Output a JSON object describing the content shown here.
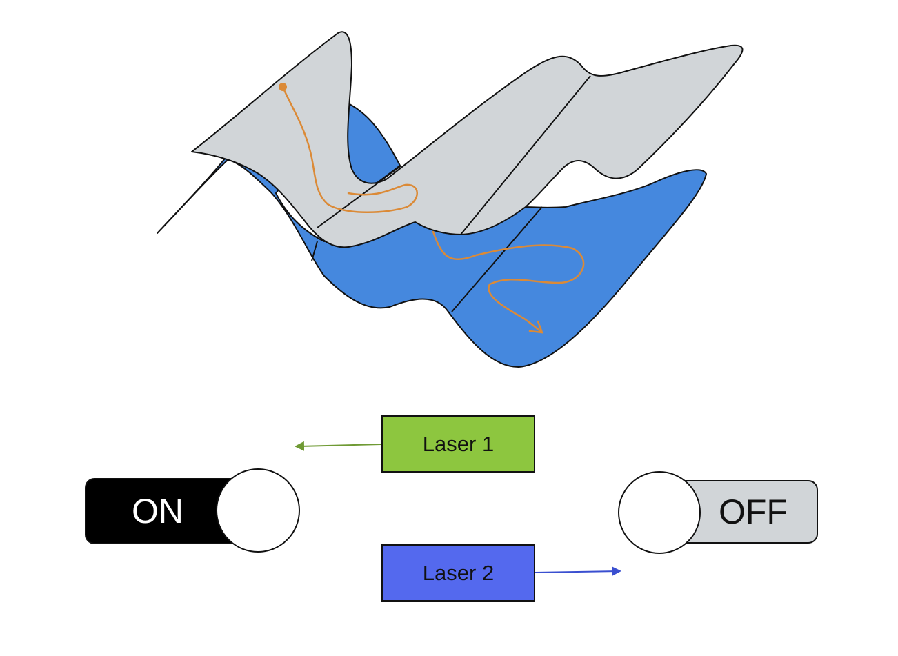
{
  "lasers": {
    "laser1": {
      "label": "Laser 1",
      "color": "#8dc63f",
      "arrow_color": "#6f9a34",
      "arrow_direction": "left"
    },
    "laser2": {
      "label": "Laser 2",
      "color": "#5469ee",
      "arrow_color": "#3a4fd0",
      "arrow_direction": "right"
    }
  },
  "toggles": {
    "on": {
      "label": "ON",
      "state": "on",
      "track_color": "#000000",
      "text_color": "#ffffff"
    },
    "off": {
      "label": "OFF",
      "state": "off",
      "track_color": "#d1d5d8",
      "text_color": "#111111"
    }
  },
  "landscape": {
    "upper_surface_color": "#d1d5d8",
    "lower_surface_color": "#4588de",
    "trajectory_color": "#db8a37"
  }
}
